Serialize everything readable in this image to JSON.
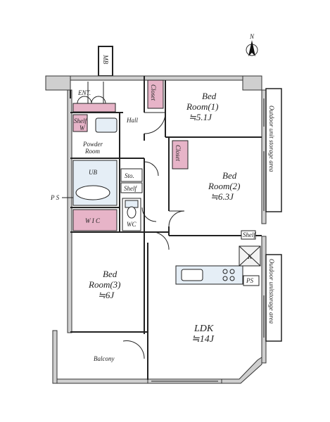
{
  "compass": {
    "label": "N"
  },
  "rooms": {
    "bed1": {
      "name": "Bed",
      "sub": "Room(1)",
      "size": "≒5.1J"
    },
    "bed2": {
      "name": "Bed",
      "sub": "Room(2)",
      "size": "≒6.3J"
    },
    "bed3": {
      "name": "Bed",
      "sub": "Room(3)",
      "size": "≒6J"
    },
    "ldk": {
      "name": "LDK",
      "size": "≒14J"
    }
  },
  "labels": {
    "mb": "MB",
    "ent": "ENT.",
    "hall": "Hall",
    "shelf_left": "Shelf",
    "w": "W",
    "powder_room_1": "Powder",
    "powder_room_2": "Room",
    "ub": "UB",
    "sto": "Sto.",
    "shelf_mid": "Shelf",
    "ps_left": "P S",
    "wic": "W I C",
    "wc": "WC",
    "closet1": "Closet",
    "closet2": "Closet",
    "shelf_right": "Shelf",
    "k": "K",
    "ps_right": "PS",
    "balcony": "Balcony",
    "outdoor1": "Outdoor unit storage area",
    "outdoor2": "Outdoor unitstorage area"
  }
}
